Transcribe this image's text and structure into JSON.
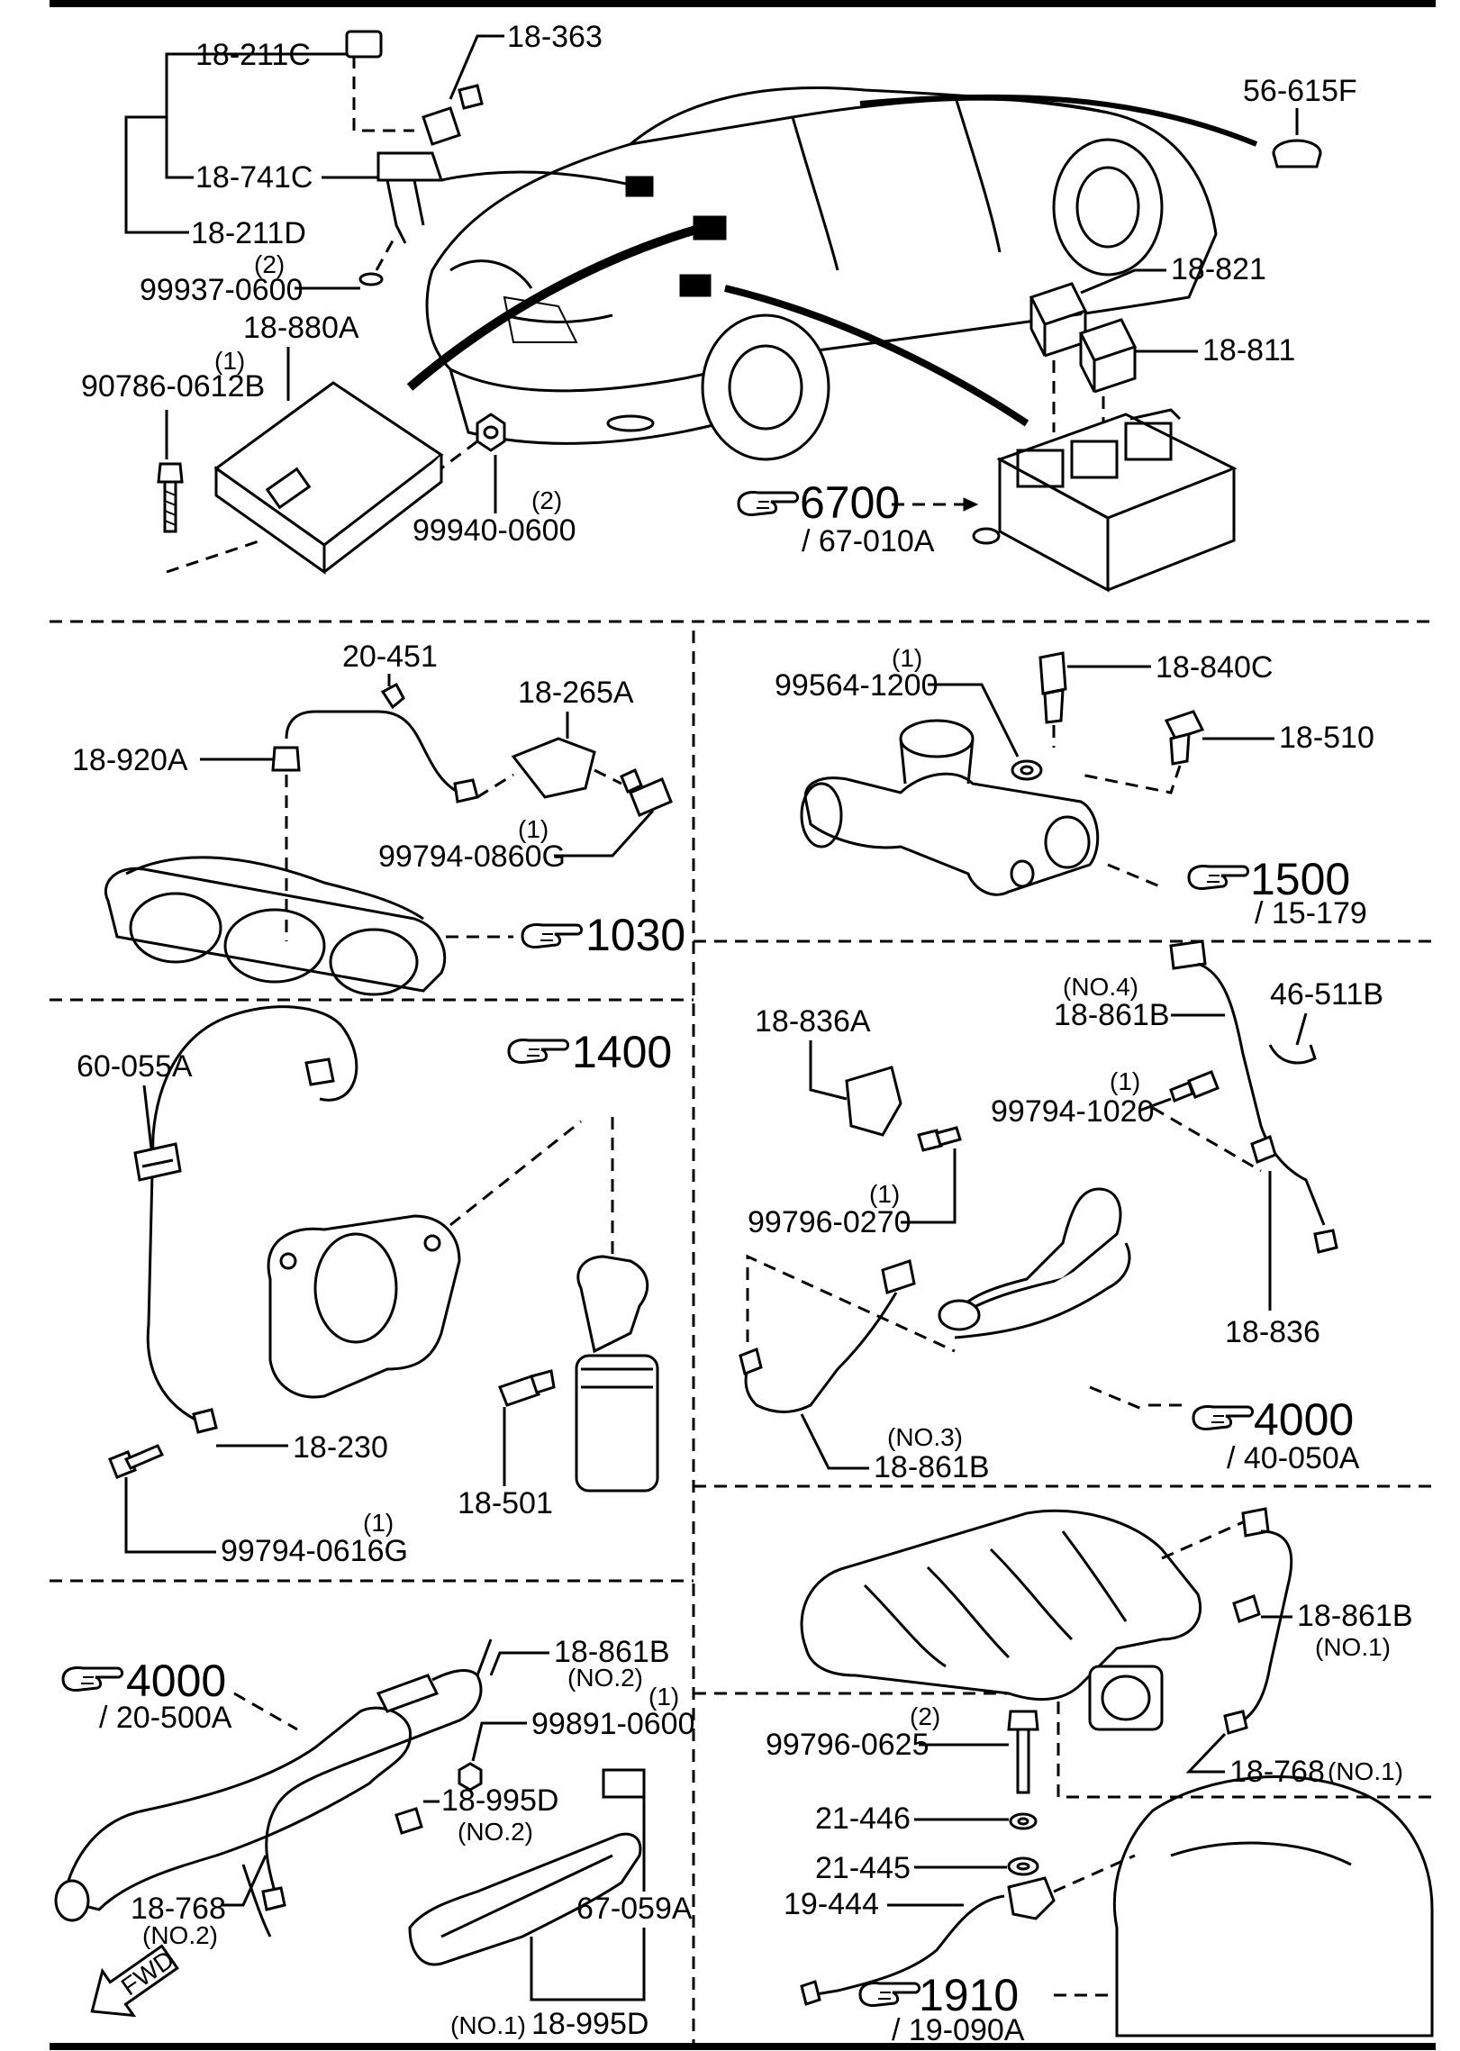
{
  "labels": {
    "p18_211C": "18-211C",
    "p18_363": "18-363",
    "p56_615F": "56-615F",
    "p18_741C": "18-741C",
    "p18_211D": "18-211D",
    "q2a": "(2)",
    "p99937": "99937-0600",
    "p18_880A": "18-880A",
    "q1a": "(1)",
    "p90786": "90786-0612B",
    "p18_821": "18-821",
    "p18_811": "18-811",
    "q2b": "(2)",
    "p99940": "99940-0600",
    "ref6700": "6700",
    "ref6700_sub": "/ 67-010A",
    "p20_451": "20-451",
    "p18_265A": "18-265A",
    "p18_920A": "18-920A",
    "q1b": "(1)",
    "p99794_0860G": "99794-0860G",
    "ref1030": "1030",
    "q1c": "(1)",
    "p99564": "99564-1200",
    "p18_840C": "18-840C",
    "p18_510": "18-510",
    "ref1500": "1500",
    "ref1500_sub": "/ 15-179",
    "p60_055A": "60-055A",
    "ref1400": "1400",
    "p18_230": "18-230",
    "p18_501": "18-501",
    "q1d": "(1)",
    "p99794_0616G": "99794-0616G",
    "no4": "(NO.4)",
    "p18_861B_no4": "18-861B",
    "p46_511B": "46-511B",
    "p18_836A": "18-836A",
    "q1e": "(1)",
    "p99794_1020": "99794-1020",
    "q1f": "(1)",
    "p99796_0270": "99796-0270",
    "p18_836": "18-836",
    "no3": "(NO.3)",
    "p18_861B_no3": "18-861B",
    "ref4000a": "4000",
    "ref4000a_sub": "/ 40-050A",
    "ref4000b": "4000",
    "ref4000b_sub": "/ 20-500A",
    "p18_861B_no2": "18-861B",
    "no2a": "(NO.2)",
    "q1g": "(1)",
    "p99891": "99891-0600",
    "p18_995D_no2": "18-995D",
    "no2b": "(NO.2)",
    "p67_059A": "67-059A",
    "p18_768_no2": "18-768",
    "no2c": "(NO.2)",
    "fwd": "FWD",
    "no1_995": "(NO.1)",
    "p18_995D": "18-995D",
    "p18_861B_no1": "18-861B",
    "no1a": "(NO.1)",
    "q2c": "(2)",
    "p99796_0625": "99796-0625",
    "p18_768_no1": "18-768",
    "no1b": "(NO.1)",
    "p21_446": "21-446",
    "p21_445": "21-445",
    "p19_444": "19-444",
    "ref1910": "1910",
    "ref1910_sub": "/ 19-090A"
  },
  "icons": [
    "pointing-hand-icon",
    "fwd-arrow-icon"
  ]
}
